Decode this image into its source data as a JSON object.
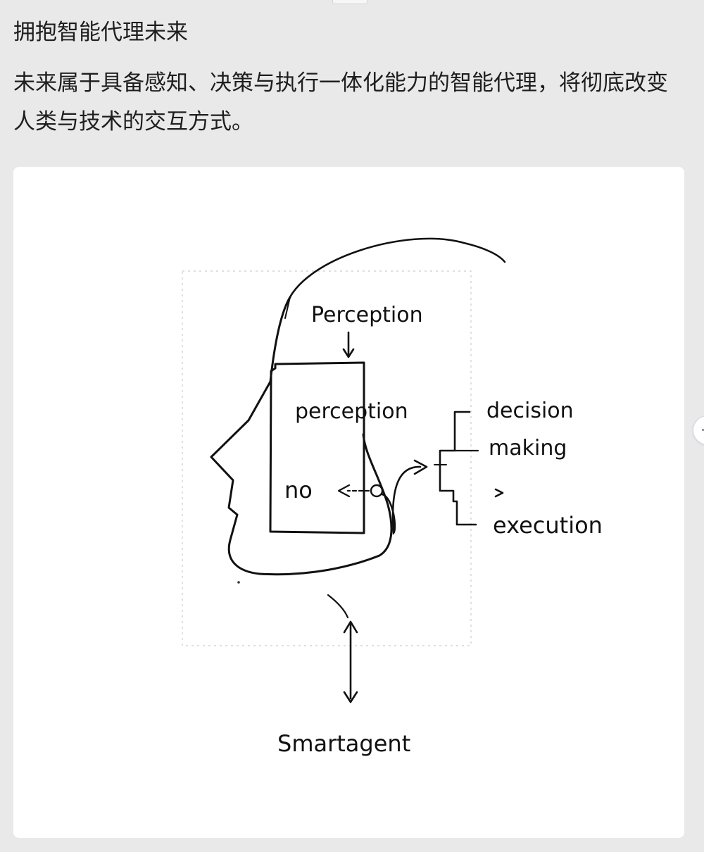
{
  "post": {
    "title": "拥抱智能代理未来",
    "body": "未来属于具备感知、决策与执行一体化能力的智能代理，将彻底改变人类与技术的交互方式。"
  },
  "sketch": {
    "top_label": "Perception",
    "inner_label": "perception",
    "no_label": "no",
    "decision_label_1": "decision",
    "decision_label_2": "making",
    "execution_label": "execution",
    "bottom_label": "Smartagent"
  },
  "side_button": {
    "icon": "plus-icon",
    "symbol": "+"
  },
  "colors": {
    "page_background": "#e9e9e9",
    "card_background": "#ffffff",
    "ink": "#111111"
  }
}
